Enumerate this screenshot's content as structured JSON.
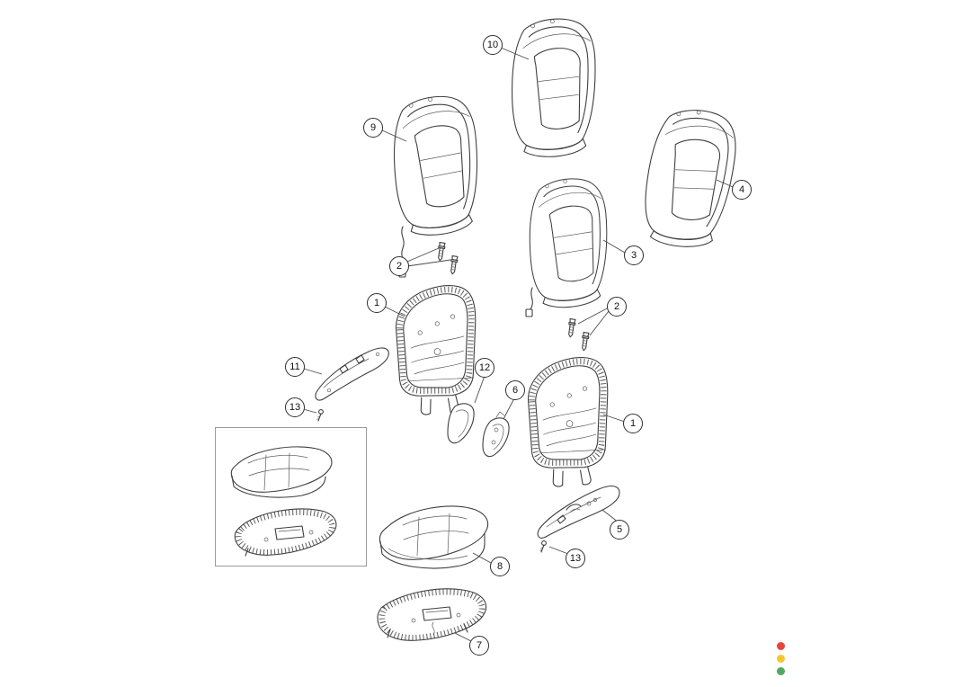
{
  "diagram": {
    "type": "exploded-parts-diagram",
    "callouts": {
      "c10": "10",
      "c9": "9",
      "c4": "4",
      "c3": "3",
      "c2a": "2",
      "c1a": "1",
      "c2b": "2",
      "c11": "11",
      "c12": "12",
      "c6": "6",
      "c1b": "1",
      "c13a": "13",
      "c5": "5",
      "c13b": "13",
      "c8": "8",
      "c7": "7"
    },
    "status_indicator": {
      "dots": [
        {
          "name": "red",
          "color": "#e8453c"
        },
        {
          "name": "yellow",
          "color": "#f5c631"
        },
        {
          "name": "green",
          "color": "#52a860"
        }
      ]
    },
    "colors": {
      "background": "#ffffff",
      "line_art": "#3f3f3f"
    }
  }
}
